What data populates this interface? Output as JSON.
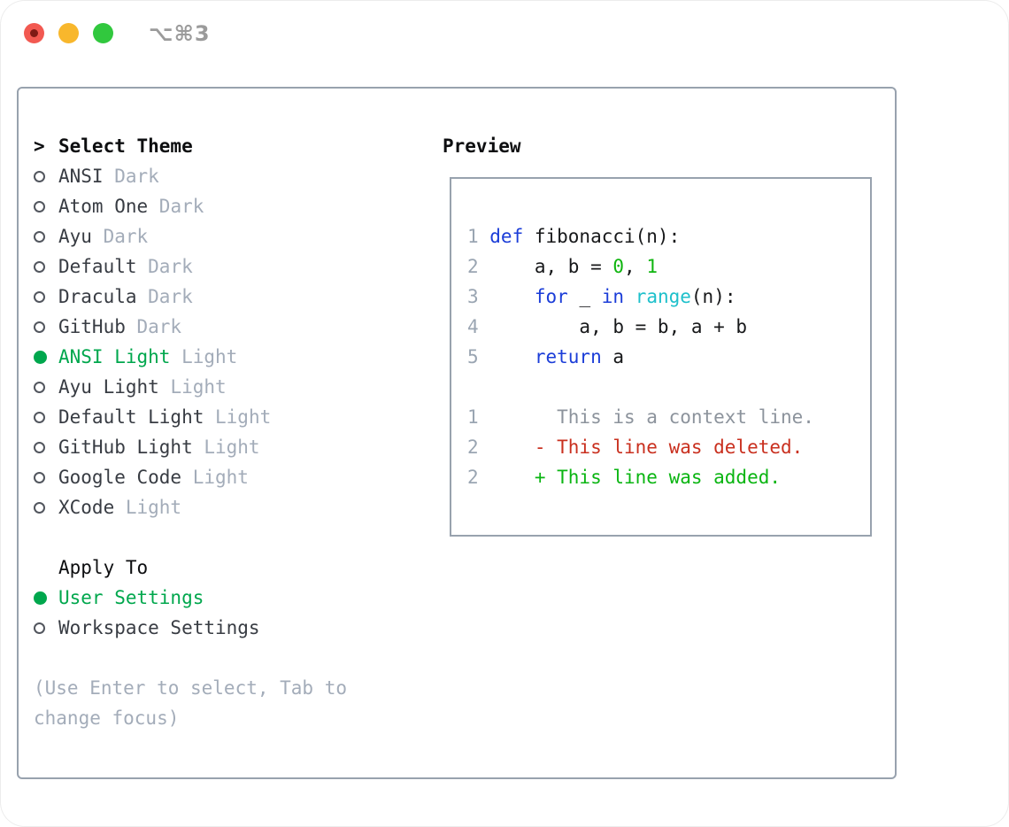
{
  "window": {
    "shortcut": "⌥⌘3"
  },
  "theme_panel": {
    "title_prefix": ">",
    "title": "Select Theme",
    "themes": [
      {
        "name": "ANSI",
        "variant": "Dark",
        "selected": false
      },
      {
        "name": "Atom One",
        "variant": "Dark",
        "selected": false
      },
      {
        "name": "Ayu",
        "variant": "Dark",
        "selected": false
      },
      {
        "name": "Default",
        "variant": "Dark",
        "selected": false
      },
      {
        "name": "Dracula",
        "variant": "Dark",
        "selected": false
      },
      {
        "name": "GitHub",
        "variant": "Dark",
        "selected": false
      },
      {
        "name": "ANSI Light",
        "variant": "Light",
        "selected": true
      },
      {
        "name": "Ayu Light",
        "variant": "Light",
        "selected": false
      },
      {
        "name": "Default Light",
        "variant": "Light",
        "selected": false
      },
      {
        "name": "GitHub Light",
        "variant": "Light",
        "selected": false
      },
      {
        "name": "Google Code",
        "variant": "Light",
        "selected": false
      },
      {
        "name": "XCode",
        "variant": "Light",
        "selected": false
      }
    ],
    "apply_to": {
      "title": "Apply To",
      "options": [
        {
          "label": "User Settings",
          "selected": true
        },
        {
          "label": "Workspace Settings",
          "selected": false
        }
      ]
    },
    "help_text": "(Use Enter to select, Tab to change focus)"
  },
  "preview": {
    "title": "Preview",
    "code_lines": [
      {
        "num": "1",
        "segments": [
          {
            "text": "def",
            "color": "keyword"
          },
          {
            "text": " fibonacci(n):",
            "color": "default"
          }
        ]
      },
      {
        "num": "2",
        "segments": [
          {
            "text": "    a, b = ",
            "color": "default"
          },
          {
            "text": "0",
            "color": "number"
          },
          {
            "text": ", ",
            "color": "default"
          },
          {
            "text": "1",
            "color": "number"
          }
        ]
      },
      {
        "num": "3",
        "segments": [
          {
            "text": "    ",
            "color": "default"
          },
          {
            "text": "for",
            "color": "keyword"
          },
          {
            "text": " _ ",
            "color": "default"
          },
          {
            "text": "in",
            "color": "keyword"
          },
          {
            "text": " ",
            "color": "default"
          },
          {
            "text": "range",
            "color": "builtin"
          },
          {
            "text": "(n):",
            "color": "default"
          }
        ]
      },
      {
        "num": "4",
        "segments": [
          {
            "text": "        a, b = b, a + b",
            "color": "default"
          }
        ]
      },
      {
        "num": "5",
        "segments": [
          {
            "text": "    ",
            "color": "default"
          },
          {
            "text": "return",
            "color": "keyword"
          },
          {
            "text": " a",
            "color": "default"
          }
        ]
      }
    ],
    "diff_lines": [
      {
        "num": "1",
        "segments": [
          {
            "text": "      This is a context line.",
            "color": "context"
          }
        ]
      },
      {
        "num": "2",
        "segments": [
          {
            "text": "    - This line was deleted.",
            "color": "deleted"
          }
        ]
      },
      {
        "num": "2",
        "segments": [
          {
            "text": "    + This line was added.",
            "color": "added"
          }
        ]
      }
    ]
  },
  "colors": {
    "keyword": "#1b3dd8",
    "builtin": "#1ec0cb",
    "number": "#0fb50f",
    "default": "#17181a",
    "context": "#8c939c",
    "deleted": "#c9301f",
    "added": "#0ab512",
    "line_number": "#9aa5b2",
    "muted": "#a3acb9",
    "item_text": "#383c43",
    "title_text": "#0d0e10",
    "selected_green": "#00a74d",
    "panel_border": "#98a2ae",
    "traffic_red": "#f25951",
    "traffic_red_dot": "#7e1a15",
    "traffic_yellow": "#f8b72c",
    "traffic_green": "#31c83e",
    "shortcut_gray": "#9b9b9b"
  }
}
